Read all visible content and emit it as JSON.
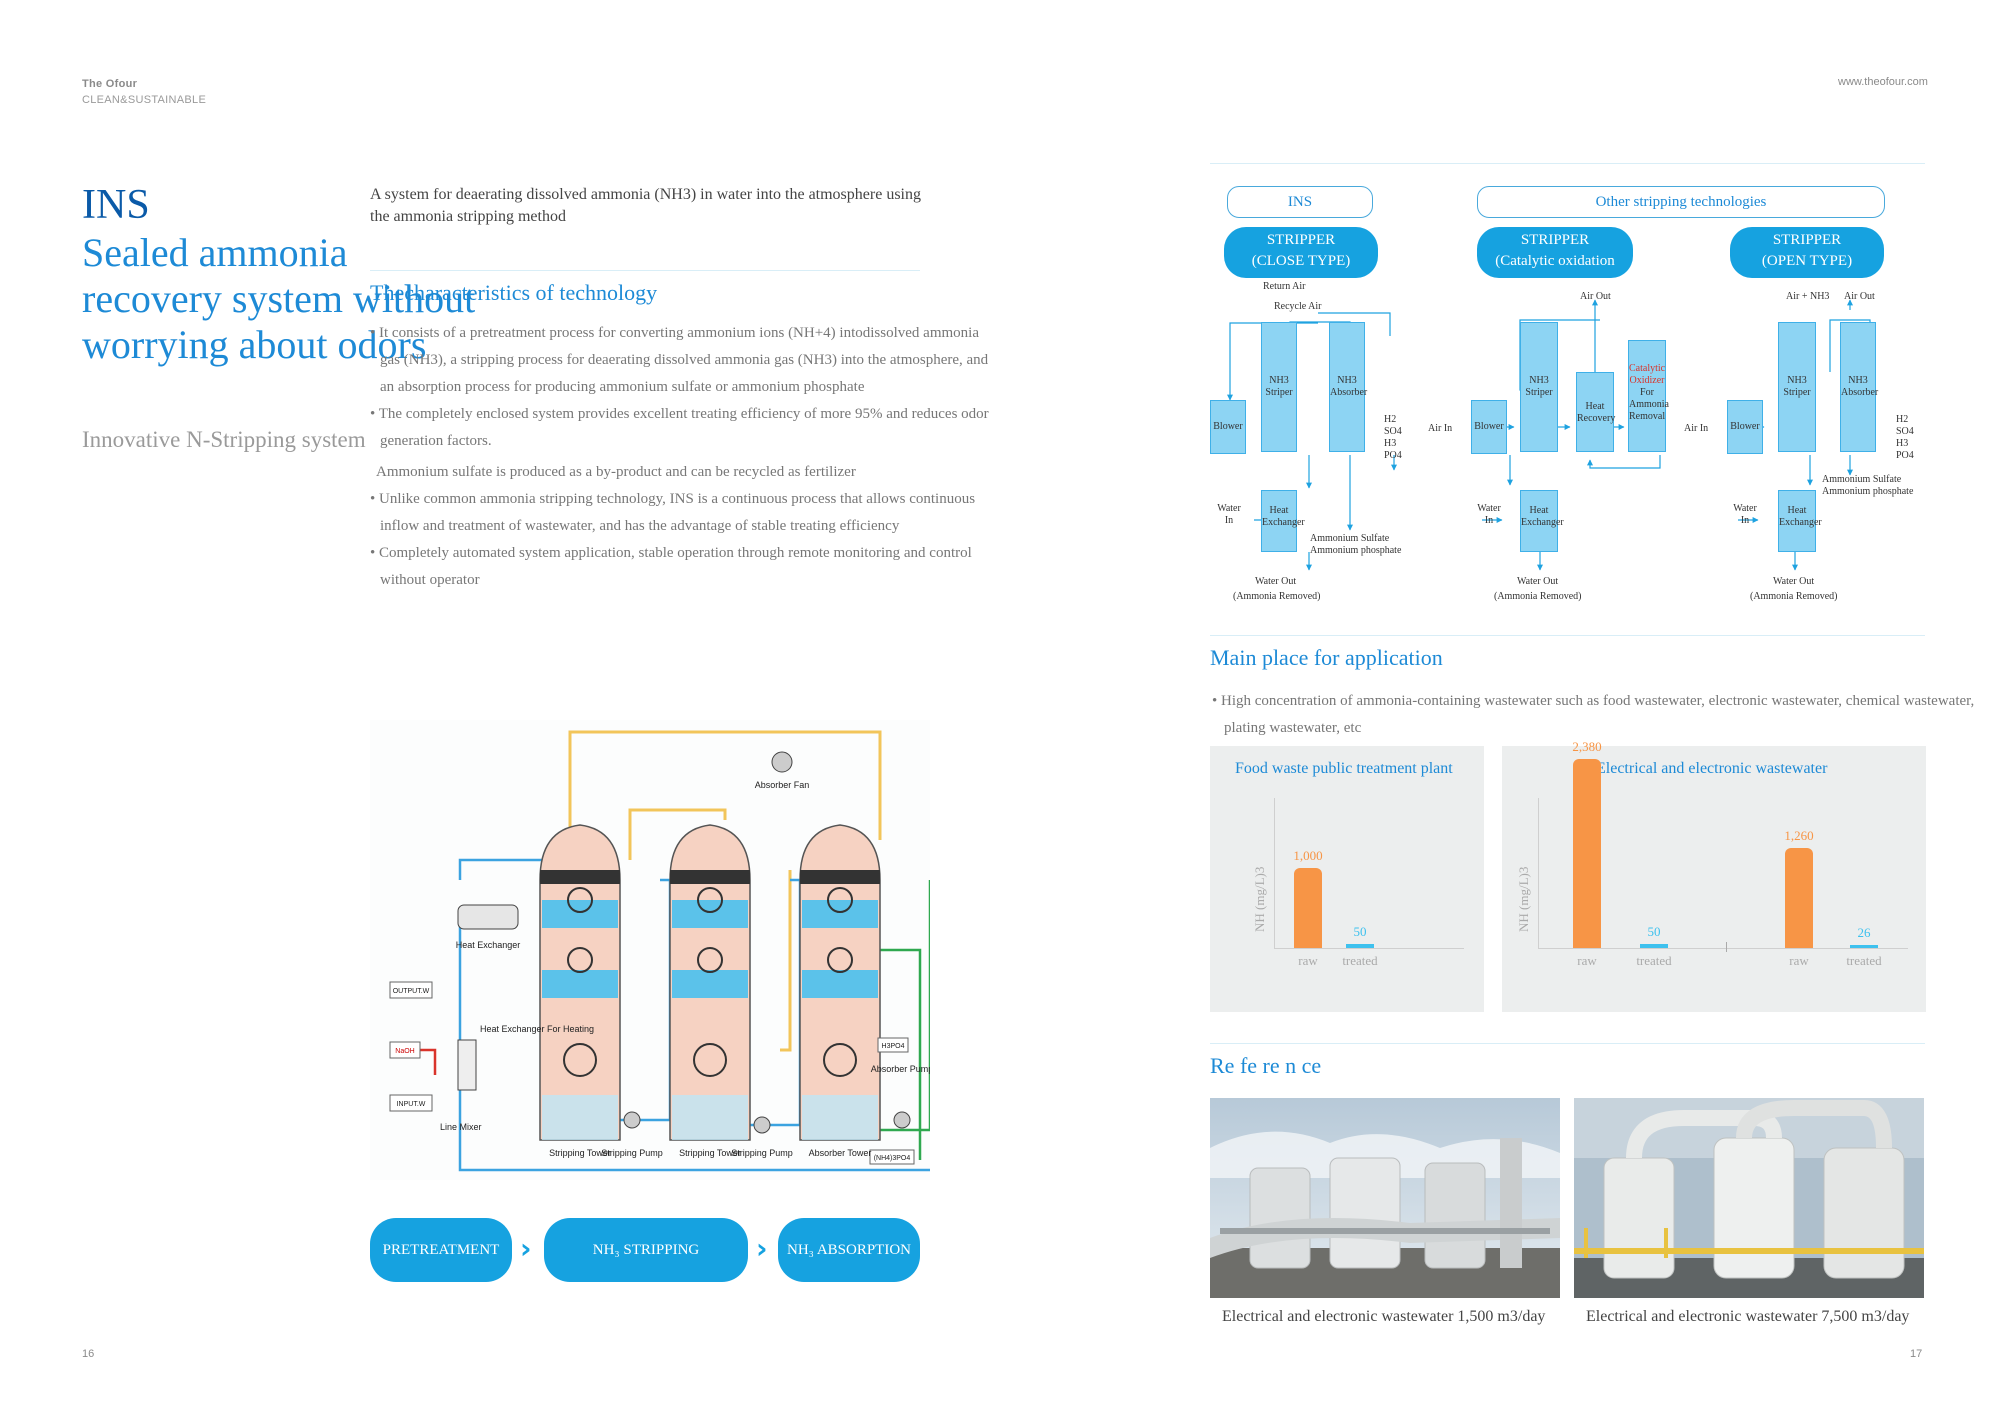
{
  "header": {
    "brand": "The Ofour",
    "tagline": "CLEAN&SUSTAINABLE",
    "url": "www.theofour.com"
  },
  "pages": {
    "left": "16",
    "right": "17"
  },
  "title": {
    "ins": "INS",
    "main": "Sealed ammonia recovery system without worrying about odors",
    "subtitle": "Innovative N-Stripping system"
  },
  "intro": "A system for deaerating dissolved ammonia (NH3) in water into the atmosphere using the ammonia stripping method",
  "characteristics": {
    "title": "Thecharacteristics of technology",
    "items": [
      "• It consists of a pretreatment process for converting ammonium ions (NH+4) intodissolved ammonia gas (NH3), a stripping process for deaerating dissolved ammonia gas (NH3) into the atmosphere, and an absorption process for producing ammonium sulfate or ammonium phosphate",
      "• The completely enclosed system provides excellent treating efficiency of more 95% and reduces odor generation factors.",
      "Ammonium sulfate is produced as a by-product and can be recycled as fertilizer",
      "• Unlike common ammonia stripping technology, INS is a continuous process that allows continuous inflow and treatment of wastewater, and has the advantage of stable treating efficiency",
      "• Completely automated system application, stable operation through remote monitoring and control without operator"
    ]
  },
  "plant_diagram": {
    "labels": [
      "Absorber Fan",
      "Heat Exchanger",
      "OUTPUT.W",
      "NaOH",
      "Heat Exchanger For Heating",
      "INPUT.W",
      "Line Mixer",
      "Stripping Tower",
      "Stripping Pump",
      "Stripping Tower",
      "Stripping Pump",
      "Absorber Tower",
      "H3PO4",
      "Absorber Pump",
      "(NH4)3PO4"
    ]
  },
  "process_steps": [
    "PRETREATMENT",
    "NH₃ STRIPPING",
    "NH₃ ABSORPTION"
  ],
  "comparison": {
    "tab_ins": "INS",
    "tab_other": "Other stripping technologies",
    "strippers": [
      {
        "line1": "STRIPPER",
        "line2": "(CLOSE TYPE)"
      },
      {
        "line1": "STRIPPER",
        "line2": "(Catalytic oxidation"
      },
      {
        "line1": "STRIPPER",
        "line2": "(OPEN TYPE)"
      }
    ],
    "close": {
      "return_air": "Return Air",
      "recycle_air": "Recycle Air",
      "blower": "Blower",
      "striper": "NH3 Striper",
      "absorber": "NH3 Absorber",
      "chem": "H2 SO4 H3 PO4",
      "water_in": "Water In",
      "hx": "Heat Exchanger",
      "product": "Ammonium Sulfate Ammonium phosphate",
      "water_out": "Water Out",
      "removed": "(Ammonia Removed)"
    },
    "catalytic": {
      "air_out": "Air Out",
      "air_in": "Air In",
      "blower": "Blower",
      "striper": "NH3 Striper",
      "heat_recovery": "Heat Recovery",
      "oxidizer_red": "Catalytic Oxidizer",
      "oxidizer_rest": "For Ammonia Removal",
      "water_in": "Water In",
      "hx": "Heat Exchanger",
      "water_out": "Water Out",
      "removed": "(Ammonia Removed)"
    },
    "open": {
      "air_nh3": "Air + NH3",
      "air_out": "Air Out",
      "air_in": "Air In",
      "blower": "Blower",
      "striper": "NH3 Striper",
      "absorber": "NH3 Absorber",
      "chem": "H2 SO4 H3 PO4",
      "product": "Ammonium Sulfate Ammonium phosphate",
      "water_in": "Water In",
      "hx": "Heat Exchanger",
      "water_out": "Water Out",
      "removed": "(Ammonia Removed)"
    }
  },
  "application": {
    "title": "Main place for application",
    "text": "• High concentration of ammonia-containing wastewater such as food wastewater, electronic wastewater, chemical wastewater, plating wastewater, etc"
  },
  "chart_data": [
    {
      "type": "bar",
      "title": "Food waste public treatment plant",
      "ylabel": "NH (mg/L)3",
      "categories": [
        "raw",
        "treated"
      ],
      "values": [
        1000,
        50
      ],
      "value_labels": [
        "1,000",
        "50"
      ],
      "colors": [
        "#f79546",
        "#3ec1ee"
      ],
      "ylim": [
        0,
        2500
      ]
    },
    {
      "type": "bar",
      "title": "Electrical and electronic wastewater",
      "ylabel": "NH (mg/L)3",
      "categories": [
        "raw",
        "treated",
        "raw",
        "treated"
      ],
      "values": [
        2380,
        50,
        1260,
        26
      ],
      "value_labels": [
        "2,380",
        "50",
        "1,260",
        "26"
      ],
      "colors": [
        "#f79546",
        "#3ec1ee",
        "#f79546",
        "#3ec1ee"
      ],
      "ylim": [
        0,
        2500
      ]
    }
  ],
  "reference": {
    "title": "Re fe re n ce",
    "captions": [
      "Electrical and electronic wastewater 1,500 m3/day",
      "Electrical and electronic wastewater 7,500 m3/day"
    ]
  }
}
